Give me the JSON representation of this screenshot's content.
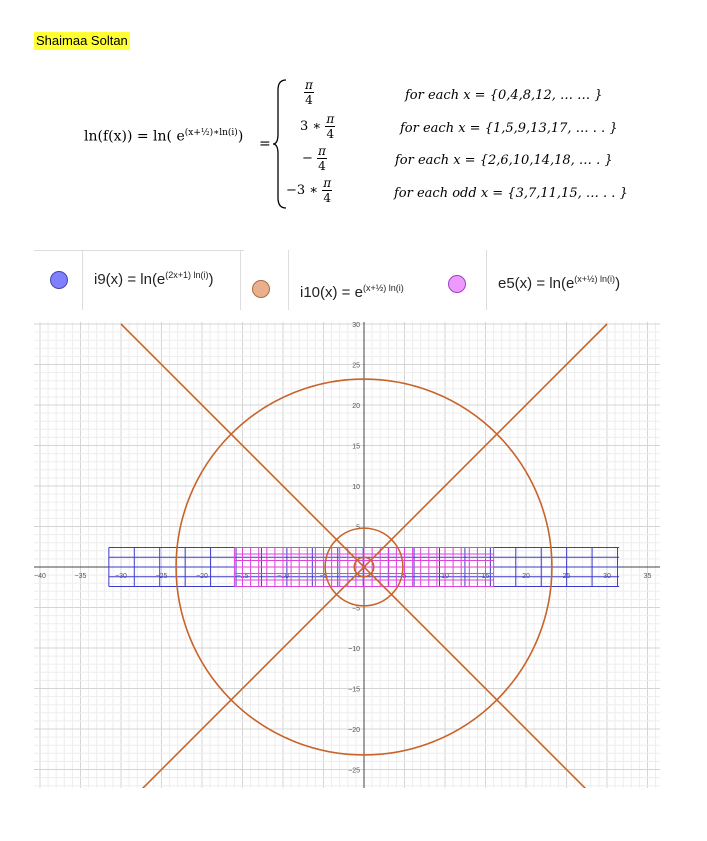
{
  "author": "Shaimaa Soltan",
  "equation": {
    "lhs": "ln(f(x)) = ln( e",
    "lhs_exp": "(x+½)∗ln(i)",
    "lhs_close": ")",
    "eq": "=",
    "cases": [
      {
        "coef": "",
        "num": "π",
        "den": "4",
        "condition": "for each  x = {0,4,8,12, … … }"
      },
      {
        "coef": "3 ∗",
        "num": "π",
        "den": "4",
        "condition": "for each x = {1,5,9,13,17, … . . }"
      },
      {
        "coef": "−",
        "num": "π",
        "den": "4",
        "condition": "for each x = {2,6,10,14,18, … . }"
      },
      {
        "coef": "−3 ∗",
        "num": "π",
        "den": "4",
        "condition": "for each odd x = {3,7,11,15, … . . }"
      }
    ]
  },
  "legend": [
    {
      "name": "i9(x)",
      "expr": " = ln(e",
      "exp": "(2x+1) ln(i)",
      "close": ")",
      "color": "#7b7bff"
    },
    {
      "name": "i10(x)",
      "expr": " = e",
      "exp": "(x+½) ln(i)",
      "close": "",
      "color": "#e8b08c"
    },
    {
      "name": "e5(x)",
      "expr": " = ln(e",
      "exp": "(x+½) ln(i)",
      "close": ")",
      "color": "#ee99ff"
    }
  ],
  "chart_data": {
    "type": "scatter",
    "title": "",
    "xlabel": "",
    "ylabel": "",
    "xlim": [
      -40,
      36
    ],
    "ylim": [
      -27,
      30
    ],
    "grid": true,
    "x_ticks": [
      -40,
      -35,
      -30,
      -25,
      -20,
      -15,
      -10,
      -5,
      5,
      10,
      15,
      20,
      25,
      30,
      35
    ],
    "y_ticks": [
      30,
      25,
      20,
      15,
      10,
      5,
      -5,
      -10,
      -15,
      -20,
      -25
    ],
    "series": [
      {
        "color": "#c8642a",
        "kind": "lines",
        "segments": [
          [
            [
              -30,
              30
            ],
            [
              30,
              -30
            ]
          ],
          [
            [
              -30,
              -30
            ],
            [
              30,
              30
            ]
          ]
        ]
      },
      {
        "color": "#c8642a",
        "kind": "circles",
        "circles": [
          [
            0,
            0,
            23.2
          ],
          [
            0,
            0,
            4.8
          ],
          [
            0,
            0,
            1.2
          ]
        ]
      },
      {
        "color": "#3b3bcc",
        "kind": "band",
        "x_range": [
          -31.5,
          31.5
        ],
        "y_range": [
          -2.4,
          2.4
        ],
        "rows": [
          -1.2,
          0,
          1.2
        ],
        "x_step": 3.14
      },
      {
        "color": "#dd44dd",
        "kind": "band",
        "x_range": [
          -16,
          16
        ],
        "y_range": [
          -2.4,
          2.4
        ],
        "rows": [
          -1.6,
          -0.8,
          0,
          0.8,
          1.6
        ],
        "x_step": 1.0
      }
    ]
  }
}
